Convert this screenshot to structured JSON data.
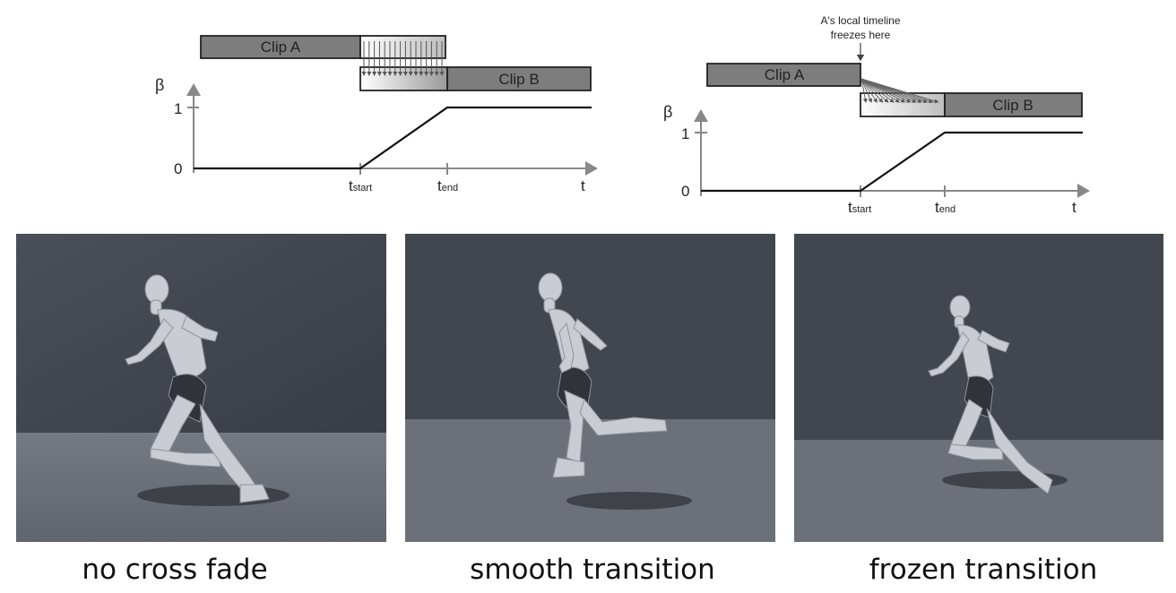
{
  "diagram_left": {
    "clip_a_label": "Clip A",
    "clip_b_label": "Clip B",
    "beta_label": "β",
    "tick_1": "1",
    "tick_0": "0",
    "t_label": "t",
    "t_start_main": "t",
    "t_start_sub": "start",
    "t_end_main": "t",
    "t_end_sub": "end"
  },
  "diagram_right": {
    "annotation_line1": "A's local timeline",
    "annotation_line2": "freezes here",
    "clip_a_label": "Clip A",
    "clip_b_label": "Clip B",
    "beta_label": "β",
    "tick_1": "1",
    "tick_0": "0",
    "t_label": "t",
    "t_start_main": "t",
    "t_start_sub": "start",
    "t_end_main": "t",
    "t_end_sub": "end"
  },
  "captions": {
    "left": "no cross fade",
    "middle": "smooth transition",
    "right": "frozen transition"
  },
  "colors": {
    "clip_fill": "#7d7d7d",
    "scene_wall": "#3f444c",
    "scene_floor": "#6e737b",
    "mannequin": "#c9ccd2"
  }
}
